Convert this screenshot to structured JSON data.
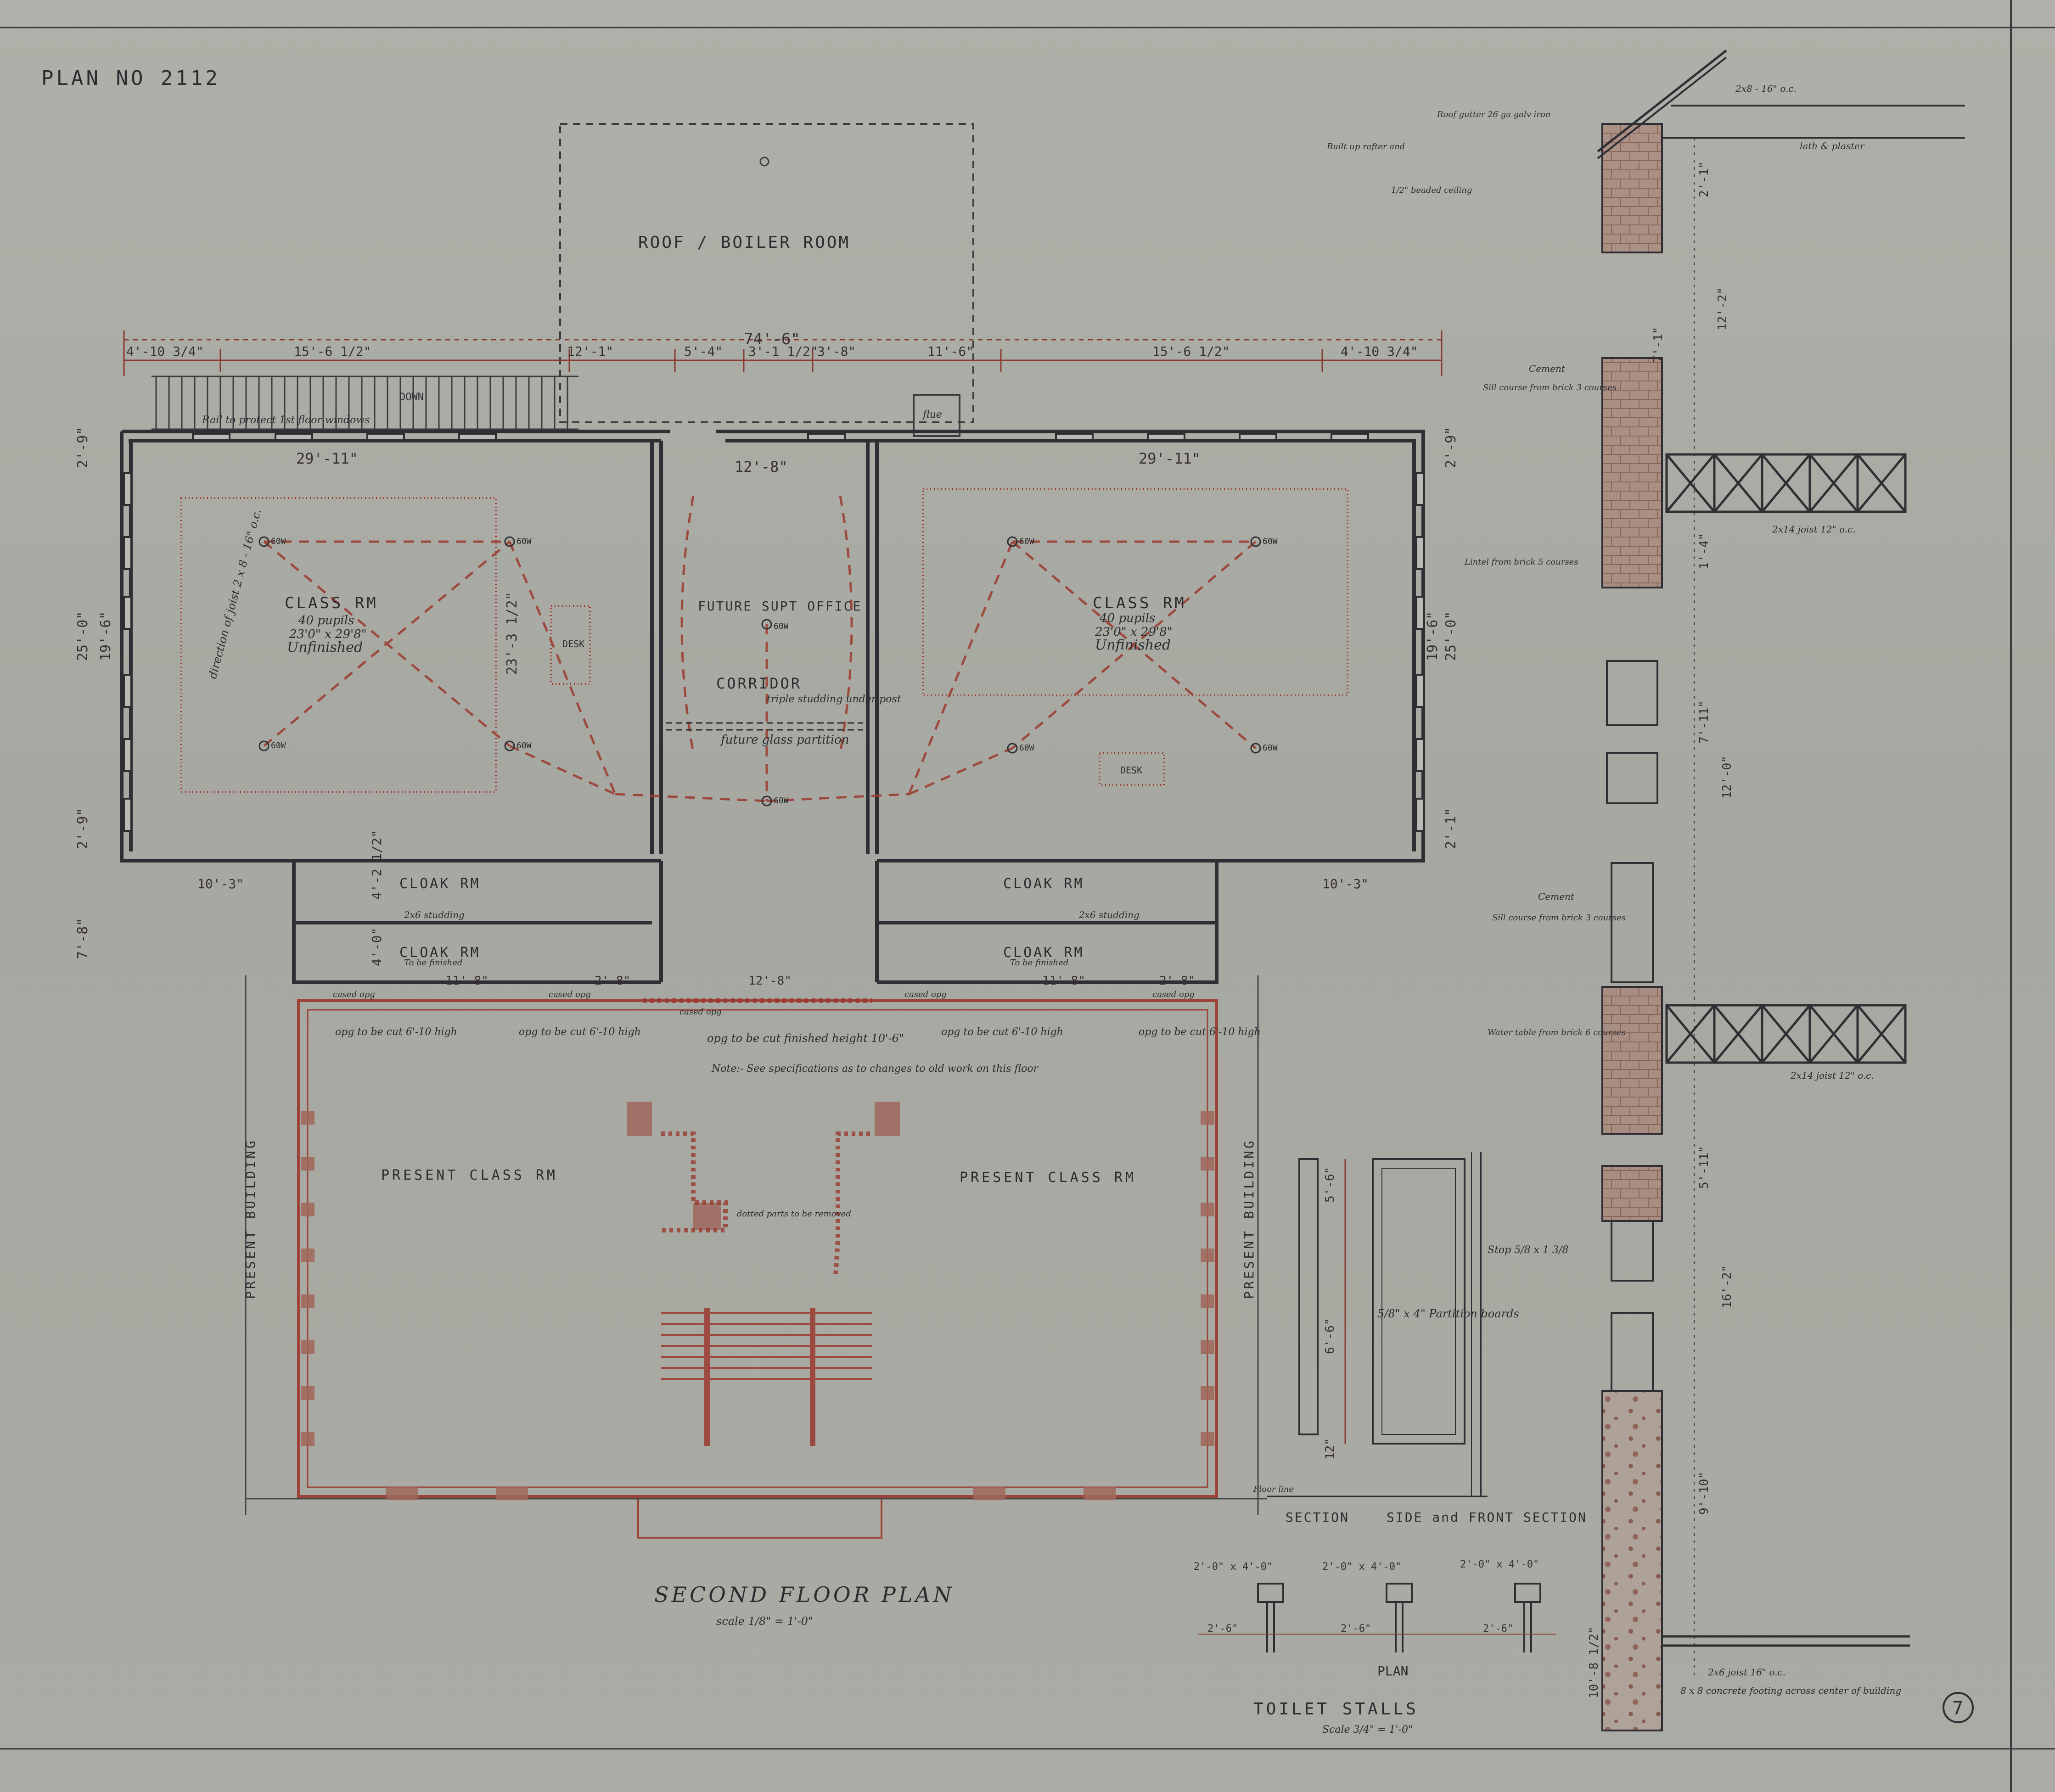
{
  "sheet": {
    "plan_number": "PLAN NO 2112",
    "sheet_number": "7"
  },
  "plan": {
    "title": "SECOND FLOOR PLAN",
    "scale": "scale 1/8\" = 1'-0\"",
    "roof": "ROOF / BOILER ROOM",
    "porch_note": "Rail to protect 1st floor windows",
    "down_label": "DOWN",
    "flue": "flue",
    "class_left": {
      "name": "CLASS RM",
      "pupils": "40 pupils",
      "size": "23'0\" x 29'8\"",
      "status": "Unfinished",
      "joist_note": "direction of joist 2 x 8 - 16\" o.c."
    },
    "class_right": {
      "name": "CLASS RM",
      "pupils": "40 pupils",
      "size": "23'0\" x 29'8\"",
      "status": "Unfinished"
    },
    "office": "FUTURE SUPT OFFICE",
    "corridor": "CORRIDOR",
    "corridor_note": "triple studding under post",
    "glass_partition": "future glass partition",
    "cloak_rooms": [
      "CLOAK RM",
      "CLOAK RM",
      "CLOAK RM",
      "CLOAK RM"
    ],
    "to_be_finished": "To be finished",
    "studding": "2x6 studding",
    "desk": "DESK",
    "light": "60W",
    "present_building": "PRESENT BUILDING",
    "present_class": "PRESENT CLASS RM",
    "opg_cut": [
      "opg to be cut 6'-10 high",
      "opg to be cut 6'-10 high",
      "opg to be cut 6'-10 high",
      "opg to be cut 6'-10 high"
    ],
    "cased_opg": "cased opg",
    "center_opening": "opg to be cut finished height 10'-6\"",
    "spec_note": "Note:- See specifications as to changes to old work on this floor",
    "remove_note": "dotted parts to be removed"
  },
  "dimensions": {
    "top": [
      "4'-10 3/4\"",
      "15'-6 1/2\"",
      "12'-1\"",
      "5'-4\"",
      "3'-1 1/2\"",
      "3'-8\"",
      "11'-6\"",
      "15'-6 1/2\"",
      "4'-10 3/4\""
    ],
    "overall": "74'-6\"",
    "room_widths": [
      "29'-11\"",
      "12'-8\"",
      "29'-11\""
    ],
    "left_side": [
      "2'-9\"",
      "25'-0\"",
      "19'-6\"",
      "2'-9\"",
      "7'-8\""
    ],
    "right_side": [
      "2'-9\"",
      "25'-0\"",
      "19'-6\"",
      "2'-1\""
    ],
    "room_depth": "23'-3 1/2\"",
    "cloak": [
      "10'-3\"",
      "10'-3\"",
      "4'-2 1/2\"",
      "4'-0\""
    ],
    "lower": [
      "11'-8\"",
      "2'-8\"",
      "12'-8\"",
      "11'-8\"",
      "2'-8\""
    ]
  },
  "toilet": {
    "section_label": "SECTION",
    "side_front": "SIDE and FRONT SECTION",
    "plan_label": "PLAN",
    "title": "TOILET STALLS",
    "scale": "Scale 3/4\" = 1'-0\"",
    "partition": "5/8\" x 4\" Partition boards",
    "stop": "Stop 5/8 x 1 3/8",
    "floor": "Floor line",
    "heights": [
      "5'-6\"",
      "6'-6\"",
      "12\""
    ],
    "widths": [
      "2'-6\"",
      "2'-6\"",
      "2'-6\""
    ],
    "stall": [
      "2'-0\" x 4'-0\"",
      "2'-0\" x 4'-0\"",
      "2'-0\" x 4'-0\""
    ]
  },
  "wall_section": {
    "rafter": "2x8 - 16\" o.c.",
    "gutter": "Roof gutter 26 ga galv iron",
    "rafter_note": "Built up rafter and",
    "ceiling": "1/2\" beaded ceiling",
    "plaster": "lath & plaster",
    "cement_1": "Cement",
    "sill_1": "Sill course from brick 3 courses",
    "lintel": "Lintel from brick 5 courses",
    "joist_1": "2x14 joist 12\" o.c.",
    "cement_2": "Cement",
    "sill_2": "Sill course from brick 3 courses",
    "water_table": "Water table from brick 6 courses",
    "joist_2": "2x14 joist 12\" o.c.",
    "joist_3": "2x6 joist 16\" o.c.",
    "footing": "8 x 8 concrete footing across center of building",
    "heights": [
      "2'-1\"",
      "12'-2\"",
      "7'-1\"",
      "1'-4\"",
      "7'-11\"",
      "12'-0\"",
      "5'-11\"",
      "16'-2\"",
      "9'-10\"",
      "10'-8 1/2\""
    ]
  }
}
